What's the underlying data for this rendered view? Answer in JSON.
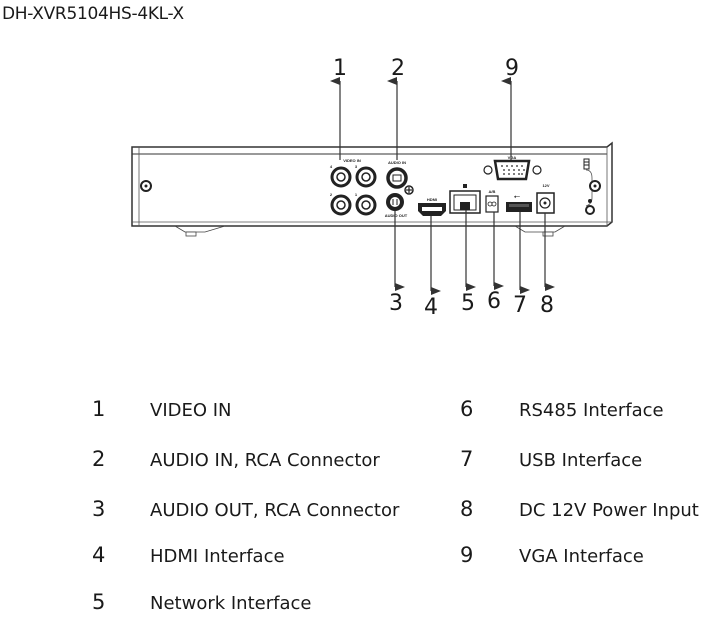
{
  "title": "DH-XVR5104HS-4KL-X",
  "device": {
    "panel_labels": {
      "video_in": "VIDEO IN",
      "audio_in": "AUDIO IN",
      "audio_out": "AUDIO OUT",
      "hdmi": "HDMI",
      "vga": "VGA",
      "rs485": "A/B",
      "power": "12V"
    },
    "bnc_channel_labels": [
      "4",
      "3",
      "2",
      "1"
    ]
  },
  "callouts": {
    "top": [
      "1",
      "2",
      "9"
    ],
    "bottom": [
      "3",
      "4",
      "5",
      "6",
      "7",
      "8"
    ]
  },
  "legend": {
    "left": [
      {
        "num": "1",
        "label": "VIDEO IN"
      },
      {
        "num": "2",
        "label": "AUDIO IN, RCA Connector"
      },
      {
        "num": "3",
        "label": "AUDIO OUT, RCA Connector"
      },
      {
        "num": "4",
        "label": "HDMI Interface"
      },
      {
        "num": "5",
        "label": "Network Interface"
      }
    ],
    "right": [
      {
        "num": "6",
        "label": "RS485 Interface"
      },
      {
        "num": "7",
        "label": "USB Interface"
      },
      {
        "num": "8",
        "label": "DC 12V Power Input"
      },
      {
        "num": "9",
        "label": "VGA Interface"
      }
    ]
  }
}
